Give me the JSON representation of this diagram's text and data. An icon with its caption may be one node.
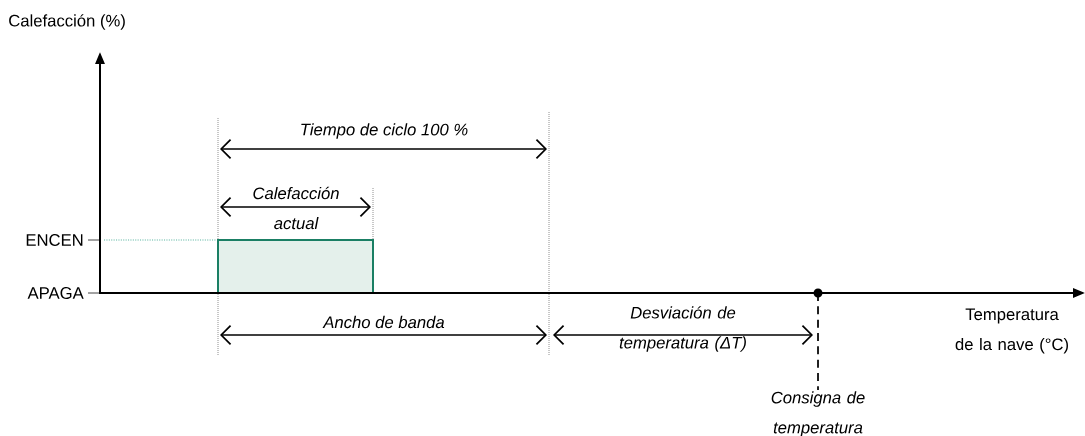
{
  "diagram": {
    "nodes": [
      {
        "text": [],
        "shape": "box"
      }
    ],
    "labels": [
      "Calefacción (%)",
      "Tiempo de ciclo 100 %",
      "Calefacción actual",
      "ENCEN",
      "APAGA",
      "Ancho de banda",
      "Desviación de temperatura (ΔT)",
      "Temperatura de la nave (°C)",
      "Consigna de temperatura"
    ]
  }
}
